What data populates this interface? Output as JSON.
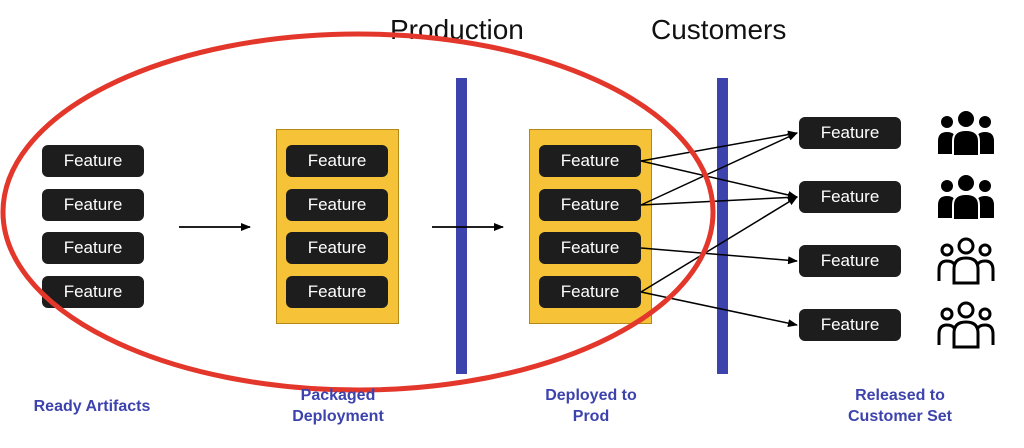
{
  "headings": {
    "production": "Production",
    "customers": "Customers"
  },
  "stages": [
    {
      "id": "ready",
      "lines": [
        "Ready Artifacts"
      ]
    },
    {
      "id": "packaged",
      "lines": [
        "Packaged",
        "Deployment"
      ]
    },
    {
      "id": "deployed",
      "lines": [
        "Deployed to",
        "Prod"
      ]
    },
    {
      "id": "released",
      "lines": [
        "Released to",
        "Customer Set"
      ]
    }
  ],
  "feature_label": "Feature",
  "columns": {
    "ready": [
      "Feature",
      "Feature",
      "Feature",
      "Feature"
    ],
    "packaged": [
      "Feature",
      "Feature",
      "Feature",
      "Feature"
    ],
    "deployed": [
      "Feature",
      "Feature",
      "Feature",
      "Feature"
    ],
    "released": [
      "Feature",
      "Feature",
      "Feature",
      "Feature"
    ]
  },
  "customer_sets": [
    {
      "icon": "people-filled-icon"
    },
    {
      "icon": "people-filled-icon"
    },
    {
      "icon": "people-outline-icon"
    },
    {
      "icon": "people-outline-icon"
    }
  ],
  "release_links": [
    {
      "from": 0,
      "to": 0
    },
    {
      "from": 0,
      "to": 1
    },
    {
      "from": 1,
      "to": 0
    },
    {
      "from": 1,
      "to": 1
    },
    {
      "from": 2,
      "to": 2
    },
    {
      "from": 3,
      "to": 1
    },
    {
      "from": 3,
      "to": 3
    }
  ],
  "colors": {
    "accent": "#3d43ad",
    "package": "#f6c338",
    "pill": "#1d1d1d",
    "highlight": "#e3372c"
  }
}
